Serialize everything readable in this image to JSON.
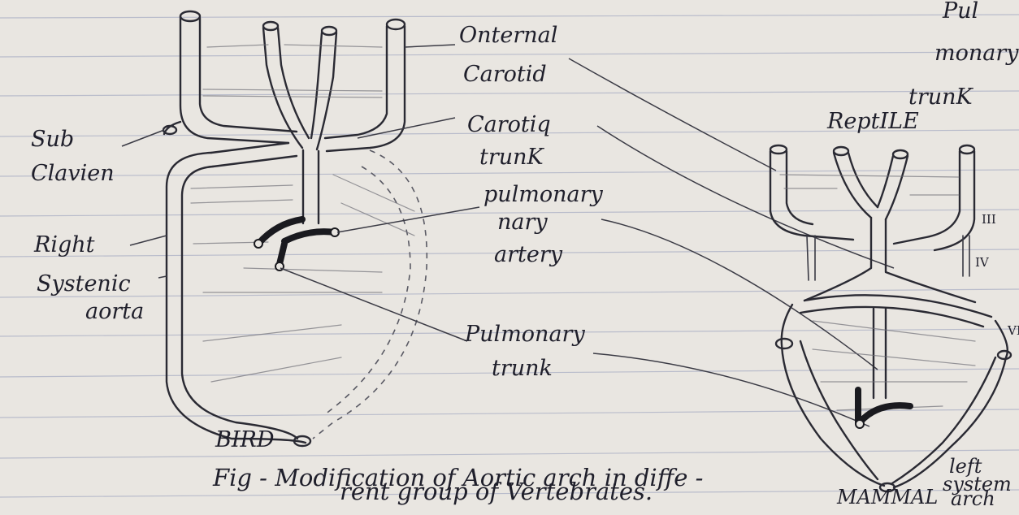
{
  "labels": {
    "internal_carotid": [
      "Onternal",
      "Carotid"
    ],
    "carotid_trunk": [
      "Carotiq",
      "trunK"
    ],
    "pulmonary_artery": [
      "pulmonary",
      "nary",
      "artery"
    ],
    "pulmonary_trunk": [
      "Pulmonary",
      "trunk"
    ],
    "subclavian": [
      "Sub",
      "Clavien"
    ],
    "right_systemic_aorta": [
      "Right",
      "Systenic",
      "aorta"
    ],
    "bird": "BIRD",
    "reptile": "ReptILE",
    "mammal": "MAMMAL",
    "left_systemic_arch": [
      "left",
      "system",
      "arch"
    ],
    "top_right_partial": [
      "Pul",
      "monary",
      "trunK"
    ],
    "arch_numerals": [
      "III",
      "IV",
      "VI"
    ]
  },
  "caption": [
    "Fig - Modification of Aortic arch in diffe -",
    "rent group of Vertebrates."
  ]
}
